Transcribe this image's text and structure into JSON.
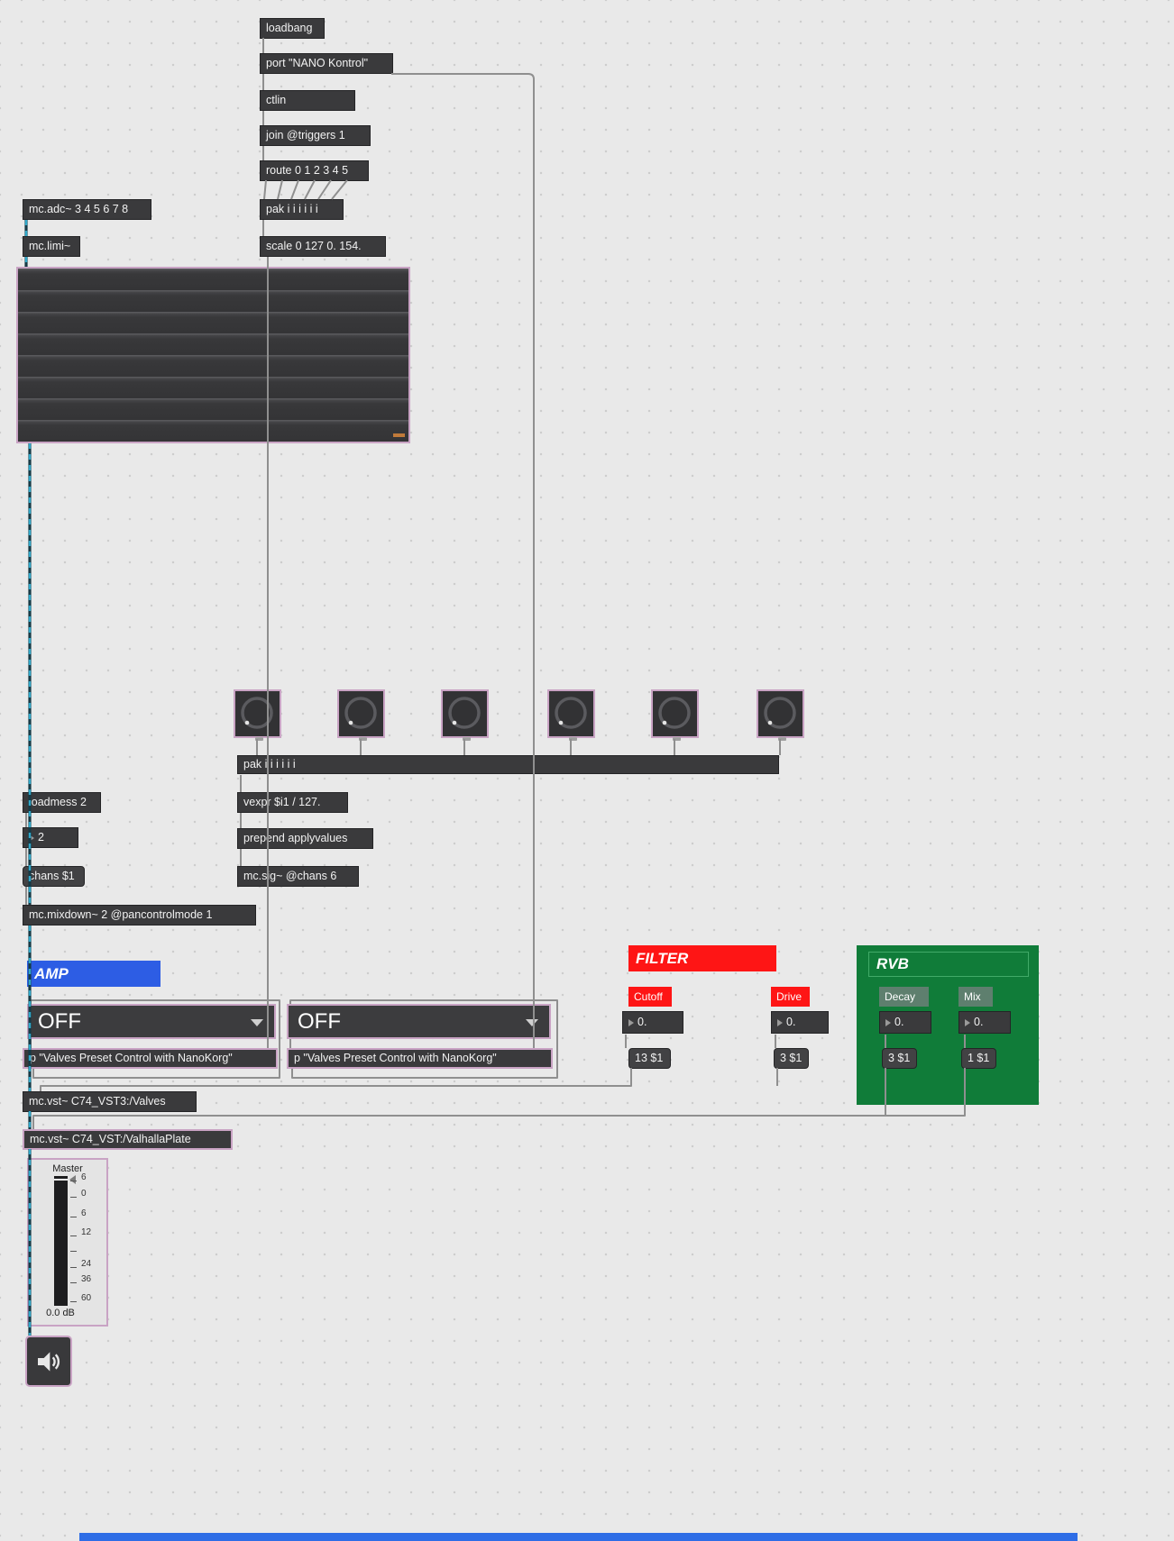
{
  "colors": {
    "amp_accent": "#2d5de4",
    "filter_accent": "#fe1515",
    "rvb_panel": "#107c39",
    "selection_border": "#c9a3c4",
    "mc_cable": "#2fa7c8"
  },
  "midi_chain": {
    "loadbang": "loadbang",
    "port": "port \"NANO Kontrol\"",
    "ctlin": "ctlin",
    "join": "join @triggers 1",
    "route": "route 0 1 2 3 4 5",
    "pak": "pak i i i i i i",
    "scale": "scale 0 127 0. 154."
  },
  "audio_chain": {
    "adc": "mc.adc~ 3 4 5 6 7 8",
    "limiter": "mc.limi~",
    "mixdown": "mc.mixdown~ 2 @pancontrolmode 1",
    "vst_valves": "mc.vst~ C74_VST3:/Valves",
    "vst_plate": "mc.vst~ C74_VST:/ValhallaPlate"
  },
  "dial_chain": {
    "pak": "pak i i i i i i",
    "vexpr": "vexpr $i1 / 127.",
    "prepend": "prepend applyvalues",
    "sig": "mc.sig~ @chans 6"
  },
  "chan_chain": {
    "loadmess": "loadmess 2",
    "number_value": "2",
    "chans_msg": "chans $1"
  },
  "amp": {
    "label": "AMP",
    "menu1_value": "OFF",
    "menu2_value": "OFF",
    "subpatch1": "p \"Valves Preset Control with NanoKorg\"",
    "subpatch2": "p \"Valves Preset Control with NanoKorg\""
  },
  "filter": {
    "title": "FILTER",
    "cutoff_label": "Cutoff",
    "cutoff_value": "0.",
    "cutoff_msg": "13 $1",
    "drive_label": "Drive",
    "drive_value": "0.",
    "drive_msg": "3 $1"
  },
  "rvb": {
    "title": "RVB",
    "decay_label": "Decay",
    "decay_value": "0.",
    "decay_msg": "3 $1",
    "mix_label": "Mix",
    "mix_value": "0.",
    "mix_msg": "1 $1"
  },
  "master": {
    "label": "Master",
    "ticks": [
      "6",
      "0",
      "6",
      "12",
      "24",
      "36",
      "60"
    ],
    "readout": "0.0 dB"
  }
}
